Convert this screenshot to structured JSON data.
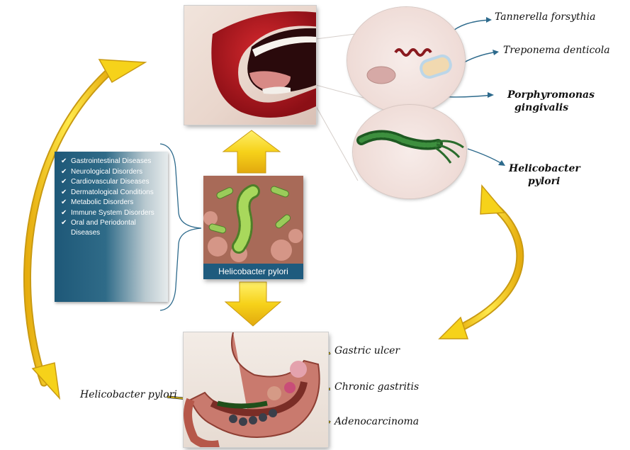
{
  "center_caption": "Helicobacter pylori",
  "diseases": [
    {
      "label": "Gastrointestinal Diseases"
    },
    {
      "label": "Neurological Disorders"
    },
    {
      "label": "Cardiovascular Diseases"
    },
    {
      "label": "Dermatological Conditions"
    },
    {
      "label": "Metabolic Disorders"
    },
    {
      "label": "Immune System Disorders"
    },
    {
      "label": "Oral and Periodontal Diseases"
    }
  ],
  "oral_bacteria": {
    "tannerella": "Tannerella forsythia",
    "treponema": "Treponema denticola",
    "porphyromonas_line1": "Porphyromonas",
    "porphyromonas_line2": "gingivalis",
    "pylori_line1": "Helicobacter",
    "pylori_line2": "pylori"
  },
  "stomach_labels": {
    "pylori": "Helicobacter pylori",
    "gastric_ulcer": "Gastric ulcer",
    "chronic_gastritis": "Chronic gastritis",
    "adenocarcinoma": "Adenocarcinoma"
  },
  "colors": {
    "arrow_yellow": "#f6d21a",
    "arrow_outline": "#c99a12",
    "callout_line": "#2d6a8c",
    "box_blue": "#1e5878",
    "caption_blue": "#1f5b7e"
  }
}
